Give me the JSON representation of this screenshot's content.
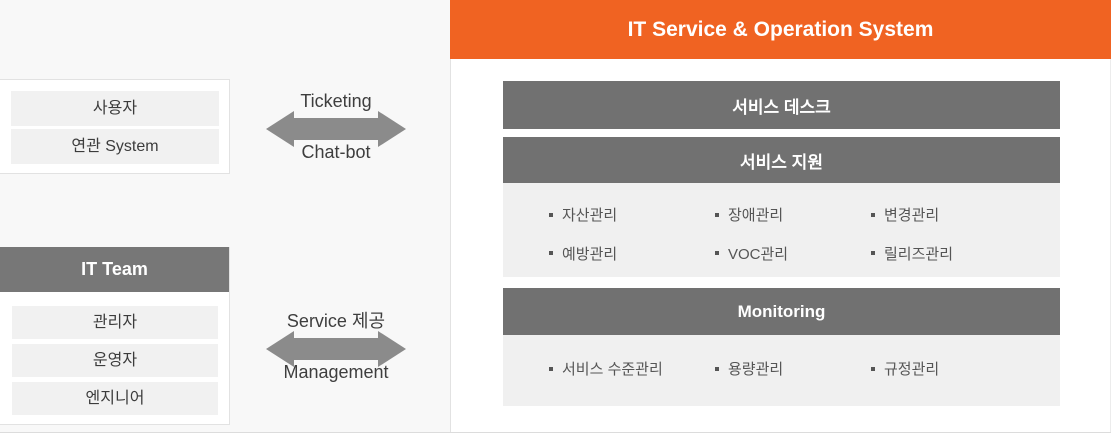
{
  "colors": {
    "accent_orange": "#F06322",
    "bar_gray": "#717171",
    "team_header_gray": "#777777",
    "arrow_gray": "#8B8B8B",
    "item_bg": "#F1F1F1",
    "page_bg": "#F8F8F8",
    "border": "#E2E2E2",
    "text_dark": "#3C3C3C",
    "text_muted": "#555555"
  },
  "left": {
    "users_box": {
      "items": [
        "사용자",
        "연관 System"
      ]
    },
    "team_box": {
      "title": "IT Team",
      "items": [
        "관리자",
        "운영자",
        "엔지니어"
      ]
    }
  },
  "connectors": [
    {
      "top_label": "Ticketing",
      "bottom_label": "Chat-bot"
    },
    {
      "top_label": "Service 제공",
      "bottom_label": "Management"
    }
  ],
  "panel": {
    "title": "IT Service & Operation System",
    "sections": [
      {
        "type": "bar",
        "label": "서비스 데스크"
      },
      {
        "type": "bar-with-items",
        "label": "서비스 지원",
        "rows": [
          [
            "자산관리",
            "장애관리",
            "변경관리"
          ],
          [
            "예방관리",
            "VOC관리",
            "릴리즈관리"
          ]
        ]
      },
      {
        "type": "bar-with-items",
        "label": "Monitoring",
        "rows": [
          [
            "서비스 수준관리",
            "용량관리",
            "규정관리"
          ]
        ]
      }
    ]
  }
}
